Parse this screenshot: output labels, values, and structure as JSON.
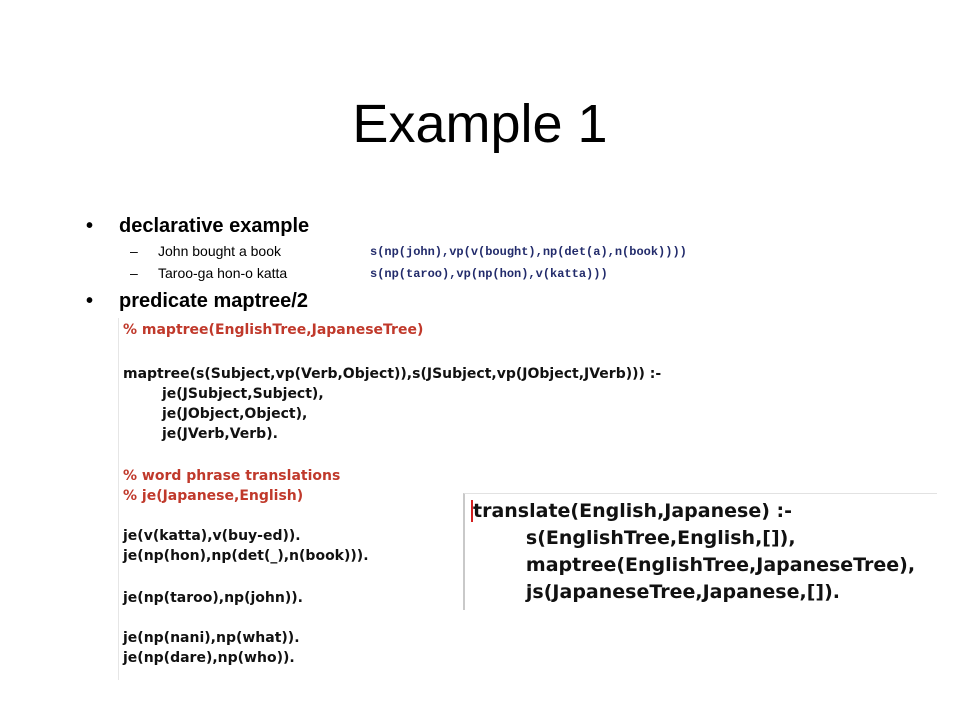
{
  "title": "Example 1",
  "bullets": [
    {
      "bullet": "•",
      "text": "declarative example",
      "subs": [
        {
          "dash": "–",
          "text": "John bought a book",
          "code": "s(np(john),vp(v(bought),np(det(a),n(book))))"
        },
        {
          "dash": "–",
          "text": "Taroo-ga hon-o katta",
          "code": "s(np(taroo),vp(np(hon),v(katta)))"
        }
      ]
    },
    {
      "bullet": "•",
      "text": "predicate maptree/2"
    }
  ],
  "code_panel": {
    "lines": [
      {
        "text": "% maptree(EnglishTree,JapaneseTree)",
        "kind": "comment"
      },
      {
        "text": "",
        "kind": "code"
      },
      {
        "text": "maptree(s(Subject,vp(Verb,Object)),s(JSubject,vp(JObject,JVerb))) :-",
        "kind": "code"
      },
      {
        "text": "        je(JSubject,Subject),",
        "kind": "code"
      },
      {
        "text": "        je(JObject,Object),",
        "kind": "code"
      },
      {
        "text": "        je(JVerb,Verb).",
        "kind": "code"
      },
      {
        "text": "",
        "kind": "code"
      },
      {
        "text": "% word phrase translations",
        "kind": "comment"
      },
      {
        "text": "% je(Japanese,English)",
        "kind": "comment"
      },
      {
        "text": "",
        "kind": "code"
      },
      {
        "text": "je(v(katta),v(buy-ed)).",
        "kind": "code"
      },
      {
        "text": "je(np(hon),np(det(_),n(book))).",
        "kind": "code"
      },
      {
        "text": "",
        "kind": "code"
      },
      {
        "text": "je(np(taroo),np(john)).",
        "kind": "code"
      },
      {
        "text": "",
        "kind": "code"
      },
      {
        "text": "je(np(nani),np(what)).",
        "kind": "code"
      },
      {
        "text": "je(np(dare),np(who)).",
        "kind": "code"
      }
    ],
    "comment_color": "#c0392b"
  },
  "translate_panel": {
    "lines": [
      "translate(English,Japanese) :-",
      "        s(EnglishTree,English,[]),",
      "        maptree(EnglishTree,JapaneseTree),",
      "        js(JapaneseTree,Japanese,[])."
    ]
  }
}
